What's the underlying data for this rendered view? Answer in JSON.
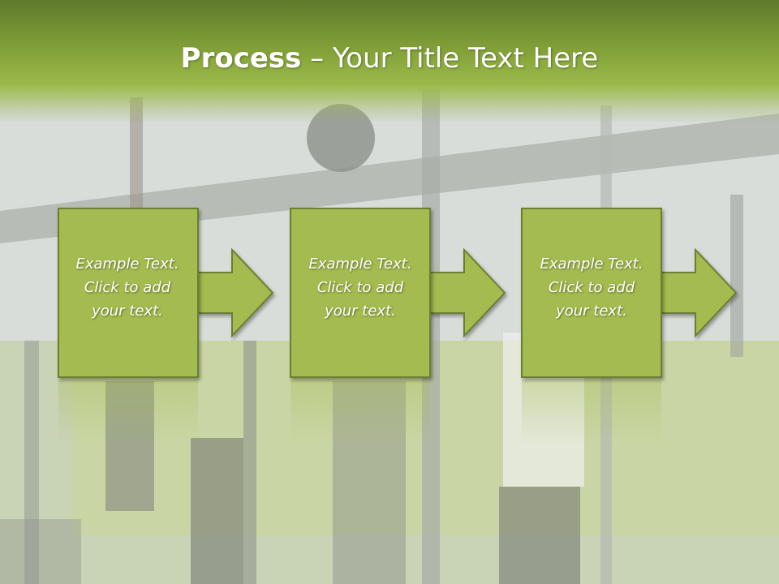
{
  "slide": {
    "title_strong": "Process",
    "title_dash": " – ",
    "title_rest": "Your Title Text Here"
  },
  "steps": [
    {
      "line1": "Example Text.",
      "line2": "Click  to add",
      "line3": "your text."
    },
    {
      "line1": "Example Text.",
      "line2": "Click  to add",
      "line3": "your text."
    },
    {
      "line1": "Example Text.",
      "line2": "Click  to add",
      "line3": "your text."
    }
  ],
  "colors": {
    "accent": "#a4bb4f",
    "accent_border": "#6a7f30",
    "header_dark": "#5f7a2c",
    "text": "#ffffff"
  }
}
